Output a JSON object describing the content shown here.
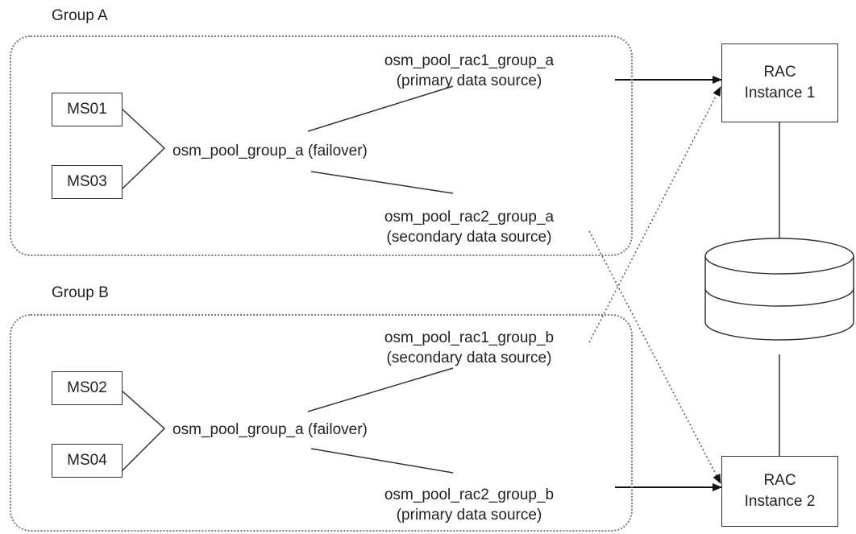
{
  "groups": [
    {
      "title": "Group A",
      "members": [
        "MS01",
        "MS03"
      ],
      "failover_pool": "osm_pool_group_a (failover)",
      "pool_top": {
        "name": "osm_pool_rac1_group_a",
        "role": "(primary data source)"
      },
      "pool_bottom": {
        "name": "osm_pool_rac2_group_a",
        "role": "(secondary data source)"
      }
    },
    {
      "title": "Group B",
      "members": [
        "MS02",
        "MS04"
      ],
      "failover_pool": "osm_pool_group_a (failover)",
      "pool_top": {
        "name": "osm_pool_rac1_group_b",
        "role": "(secondary data source)"
      },
      "pool_bottom": {
        "name": "osm_pool_rac2_group_b",
        "role": "(primary data source)"
      }
    }
  ],
  "rac": [
    {
      "line1": "RAC",
      "line2": "Instance 1"
    },
    {
      "line1": "RAC",
      "line2": "Instance 2"
    }
  ],
  "colors": {
    "stroke": "#333333",
    "dotted": "#777777",
    "background": "#ffffff"
  }
}
